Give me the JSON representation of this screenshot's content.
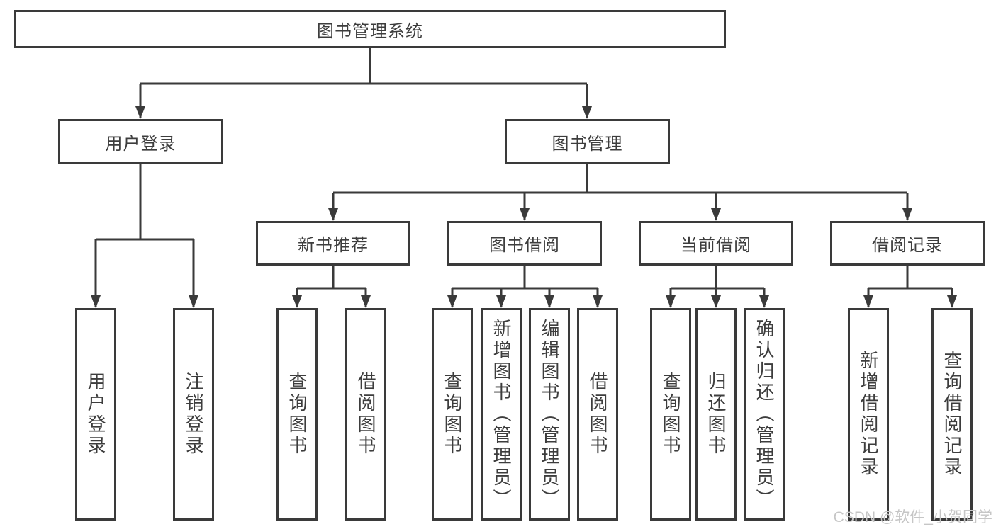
{
  "diagram": {
    "type": "hierarchy-tree",
    "line_color": "#3a3a3a",
    "box_background": "#ffffff",
    "nodes": {
      "root": {
        "label": "图书管理系统"
      },
      "level2": [
        {
          "label": "用户登录"
        },
        {
          "label": "图书管理"
        }
      ],
      "level3": [
        {
          "label": "新书推荐",
          "parent": "图书管理"
        },
        {
          "label": "图书借阅",
          "parent": "图书管理"
        },
        {
          "label": "当前借阅",
          "parent": "图书管理"
        },
        {
          "label": "借阅记录",
          "parent": "图书管理"
        }
      ],
      "leaves": [
        {
          "label": "用户登录",
          "parent": "用户登录"
        },
        {
          "label": "注销登录",
          "parent": "用户登录"
        },
        {
          "label": "查询图书",
          "parent": "新书推荐"
        },
        {
          "label": "借阅图书",
          "parent": "新书推荐"
        },
        {
          "label": "查询图书",
          "parent": "图书借阅"
        },
        {
          "label": "新增图书（管理员）",
          "parent": "图书借阅"
        },
        {
          "label": "编辑图书（管理员）",
          "parent": "图书借阅"
        },
        {
          "label": "借阅图书",
          "parent": "图书借阅"
        },
        {
          "label": "查询图书",
          "parent": "当前借阅"
        },
        {
          "label": "归还图书",
          "parent": "当前借阅"
        },
        {
          "label": "确认归还（管理员）",
          "parent": "当前借阅"
        },
        {
          "label": "新增借阅记录",
          "parent": "借阅记录"
        },
        {
          "label": "查询借阅记录",
          "parent": "借阅记录"
        }
      ]
    }
  },
  "watermark": {
    "text": "CSDN @软件_小贺同学"
  }
}
